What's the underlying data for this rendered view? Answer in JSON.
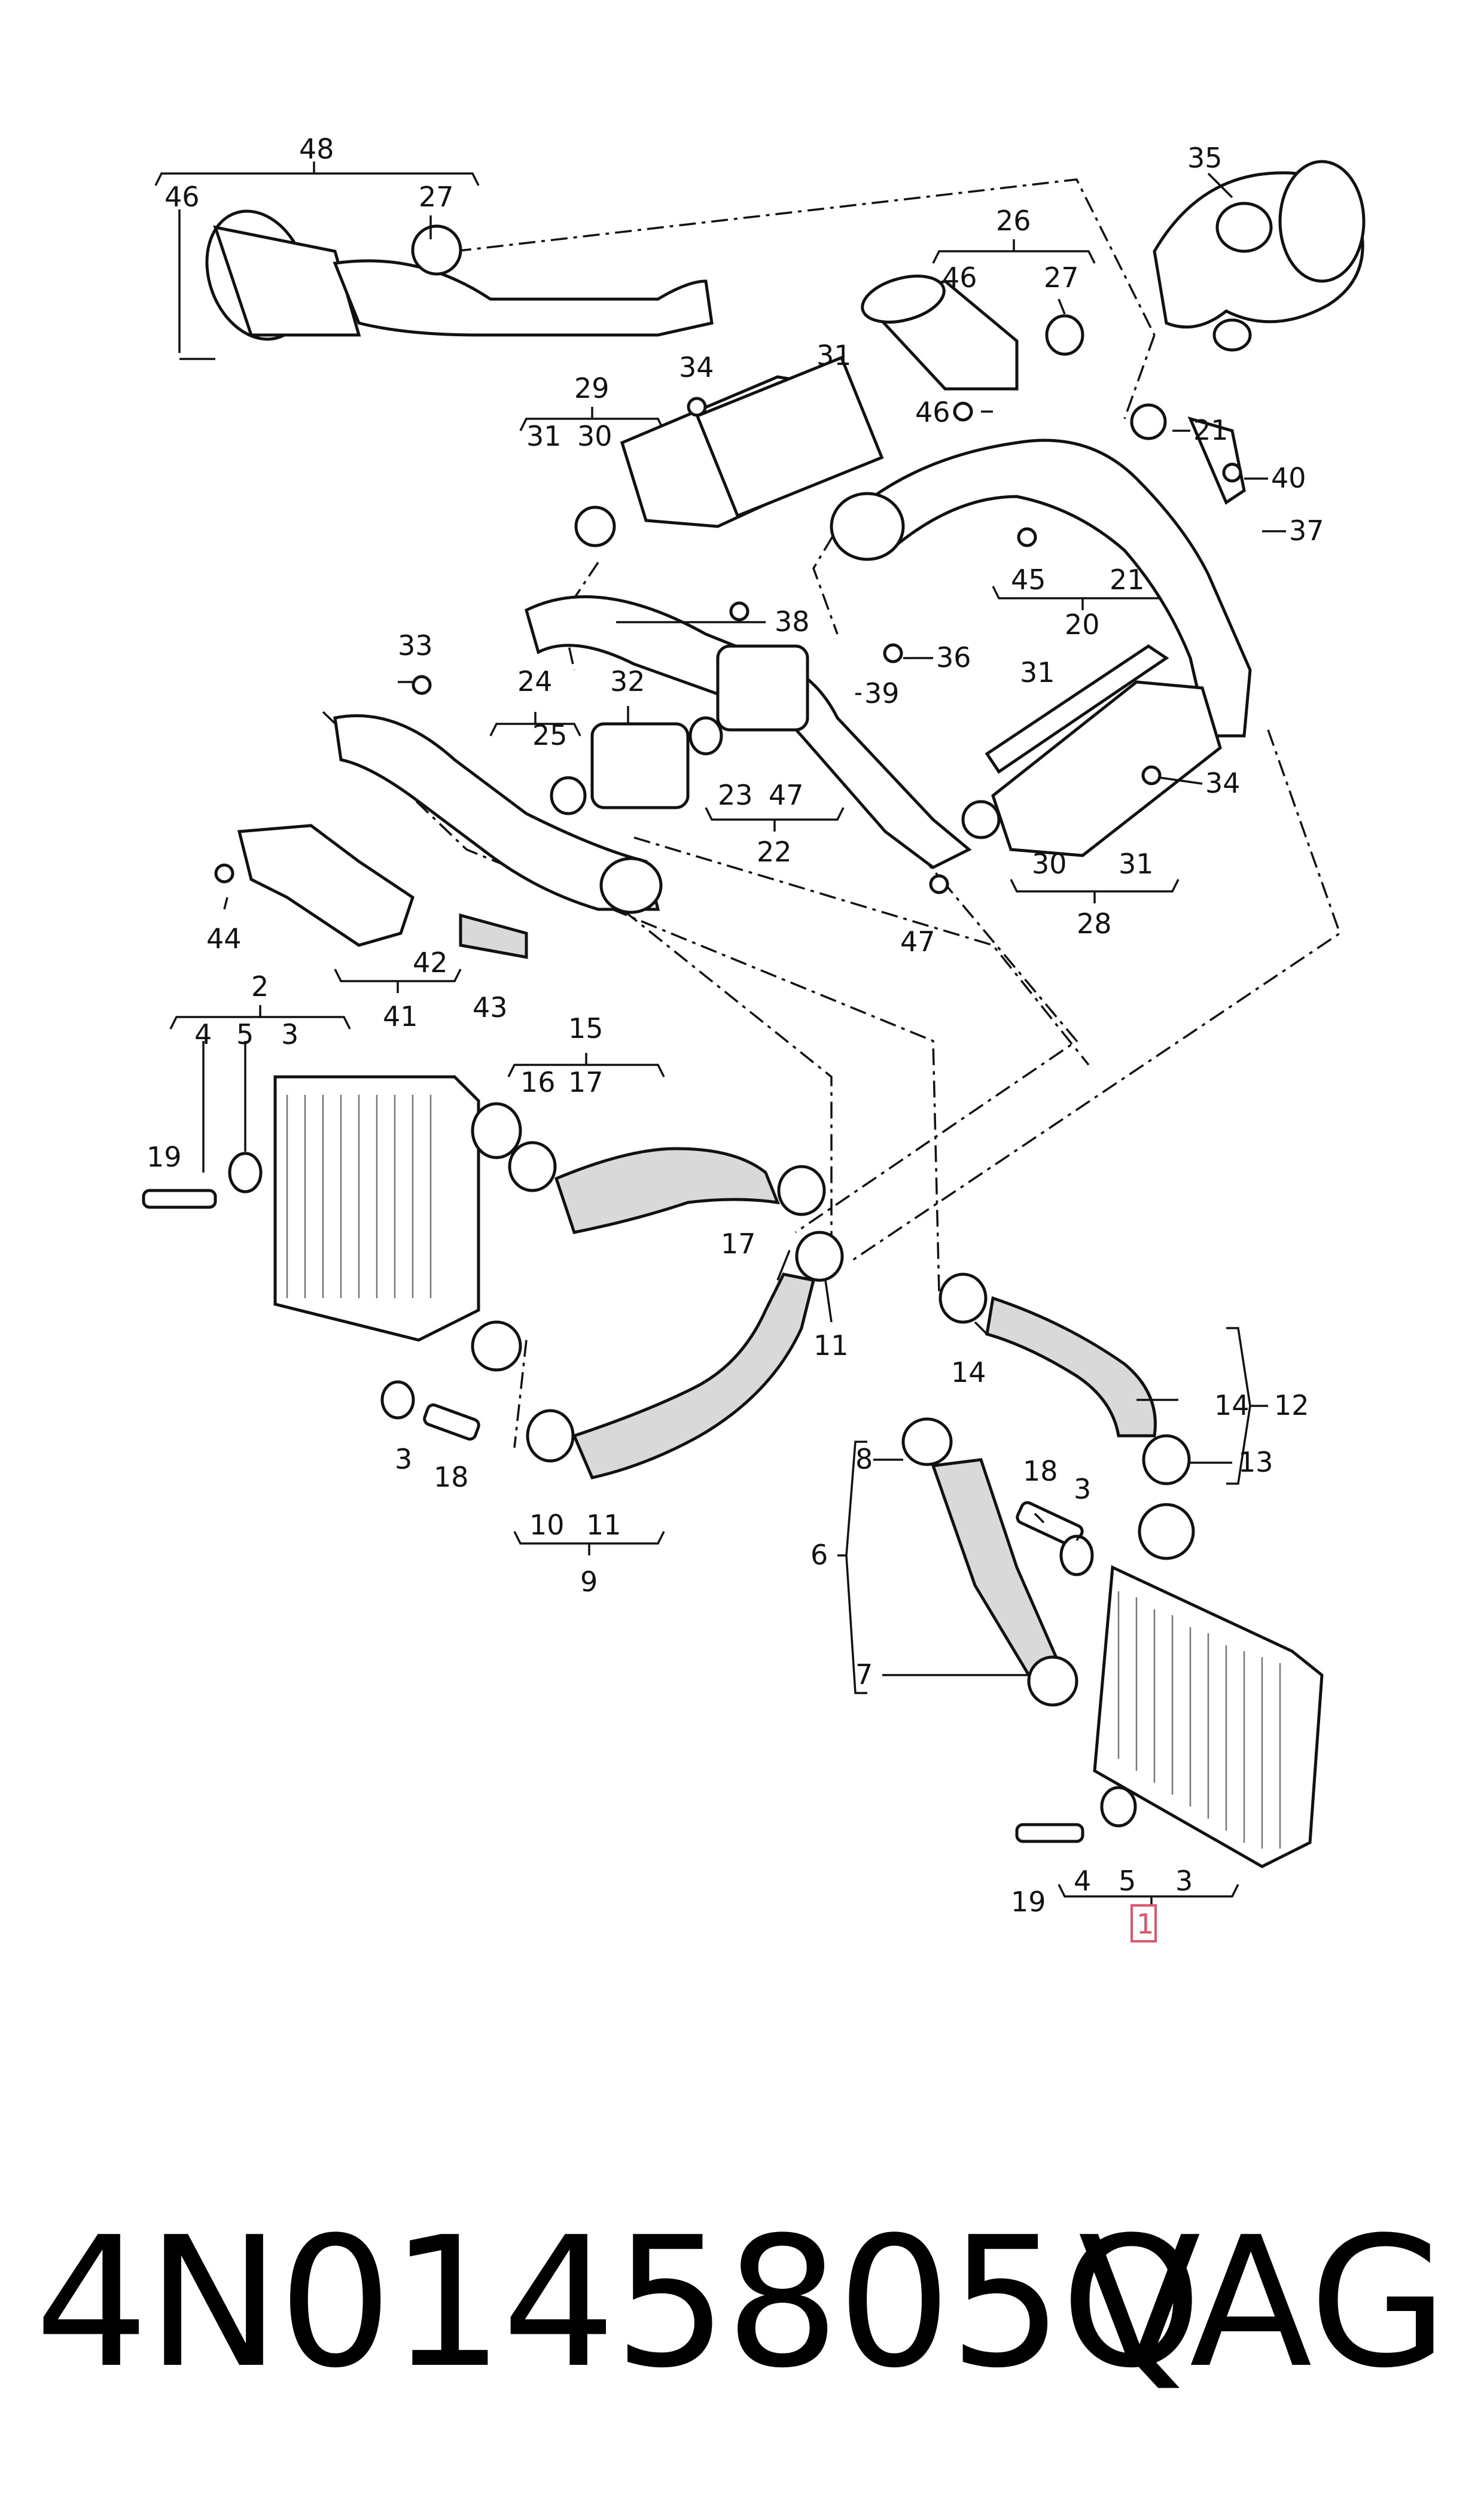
{
  "diagram": {
    "labels": {
      "c1": "1",
      "c2": "2",
      "c3": "3",
      "c4": "4",
      "c5": "5",
      "c6": "6",
      "c7": "7",
      "c8": "8",
      "c9": "9",
      "c10": "10",
      "c11": "11",
      "c12": "12",
      "c13": "13",
      "c14": "14",
      "c15": "15",
      "c16": "16",
      "c17": "17",
      "c18": "18",
      "c19": "19",
      "c20": "20",
      "c21": "21",
      "c22": "22",
      "c23": "23",
      "c24": "24",
      "c25": "25",
      "c26": "26",
      "c27": "27",
      "c28": "28",
      "c29": "29",
      "c30": "30",
      "c31": "31",
      "c32": "32",
      "c33": "33",
      "c34": "34",
      "c35": "35",
      "c36": "36",
      "c37": "37",
      "c38": "38",
      "c39": "39",
      "c40": "40",
      "c41": "41",
      "c42": "42",
      "c43": "43",
      "c44": "44",
      "c45": "45",
      "c46": "46",
      "c47": "47",
      "c48": "48"
    }
  },
  "caption": {
    "part_number": "4N0145805Q",
    "brand": "VAG"
  },
  "colors": {
    "ink": "#111111",
    "highlight_box": "#e0556b"
  }
}
